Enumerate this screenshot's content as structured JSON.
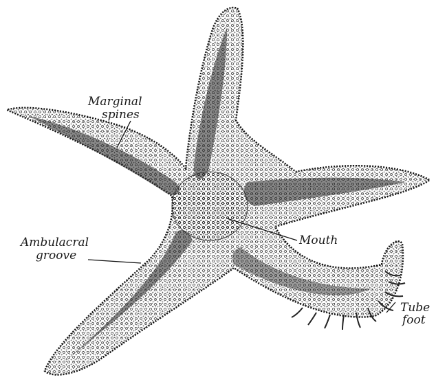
{
  "figure": {
    "labels": {
      "marginal_spines_line1": "Marginal",
      "marginal_spines_line2": "spines",
      "ambulacral_line1": "Ambulacral",
      "ambulacral_line2": "groove",
      "mouth": "Mouth",
      "tube_line1": "Tube",
      "tube_line2": "foot"
    }
  }
}
